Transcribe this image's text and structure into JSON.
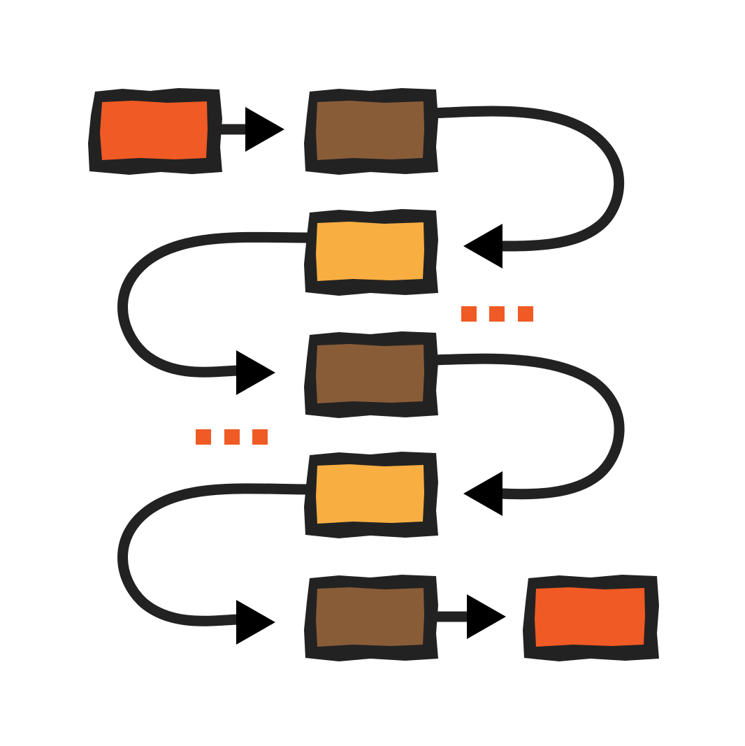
{
  "palette": {
    "terminal": "#f05a24",
    "process": "#895c38",
    "step": "#f9ae42",
    "outline": "#222222",
    "arrow": "#000000",
    "ellipsis": "#f05a24"
  },
  "nodes": [
    {
      "id": "start",
      "kind": "terminal",
      "row": 1,
      "col": 1
    },
    {
      "id": "process-1",
      "kind": "process",
      "row": 1,
      "col": 2
    },
    {
      "id": "step-1",
      "kind": "step",
      "row": 2,
      "col": 2
    },
    {
      "id": "process-2",
      "kind": "process",
      "row": 3,
      "col": 2
    },
    {
      "id": "step-2",
      "kind": "step",
      "row": 4,
      "col": 2
    },
    {
      "id": "process-3",
      "kind": "process",
      "row": 5,
      "col": 2
    },
    {
      "id": "end",
      "kind": "terminal",
      "row": 5,
      "col": 3
    }
  ],
  "edges": [
    {
      "from": "start",
      "to": "process-1"
    },
    {
      "from": "process-1",
      "to": "step-1"
    },
    {
      "from": "step-1",
      "to": "process-2"
    },
    {
      "from": "process-2",
      "to": "step-2"
    },
    {
      "from": "step-2",
      "to": "process-3"
    },
    {
      "from": "process-3",
      "to": "end"
    }
  ],
  "ellipses": [
    {
      "between": [
        "step-1",
        "process-2"
      ],
      "dots": 3
    },
    {
      "between": [
        "process-2",
        "step-2"
      ],
      "dots": 3
    }
  ]
}
